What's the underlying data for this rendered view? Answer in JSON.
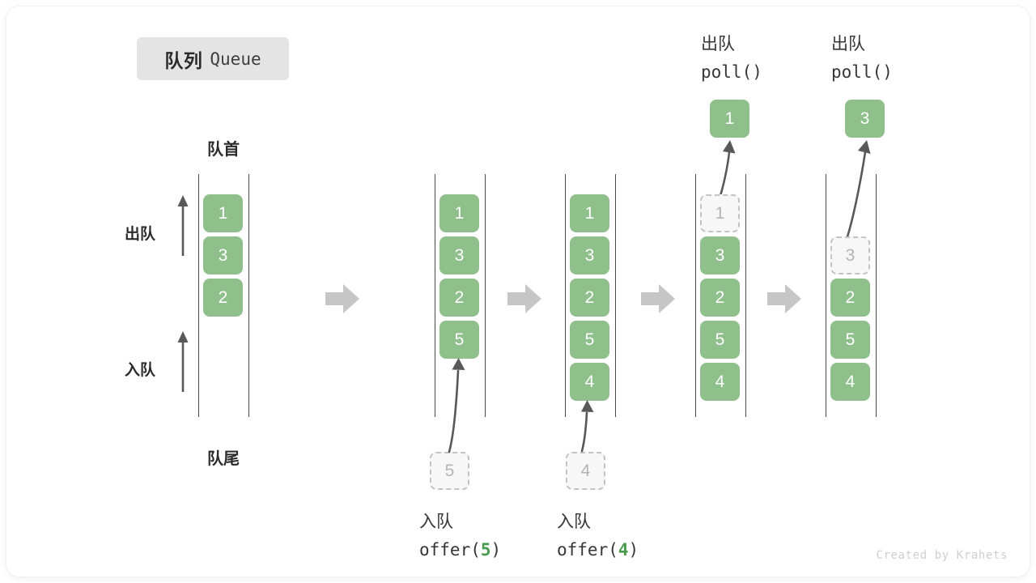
{
  "title": {
    "cn": "队列",
    "en": "Queue"
  },
  "labels": {
    "front": "队首",
    "rear": "队尾",
    "dequeue": "出队",
    "enqueue": "入队",
    "watermark": "Created by Krahets"
  },
  "colors": {
    "cell_fill": "#8fc08c",
    "cell_text": "#ffffff",
    "ghost_fill": "#f7f7f7",
    "ghost_border": "#c3c3c3",
    "ghost_text": "#b4b4b4",
    "rail": "#4a4a4a",
    "block_arrow": "#c6c6c6",
    "curve_arrow": "#595959",
    "chip_bg": "#e4e4e4",
    "accent_green": "#499a4e",
    "text": "#2b2b2b"
  },
  "steps": [
    {
      "id": "initial",
      "op_cn": "",
      "op_code": "",
      "cells": [
        "1",
        "3",
        "2"
      ],
      "ghost_index": -1,
      "incoming": null,
      "outgoing": null
    },
    {
      "id": "offer-5",
      "op_cn": "入队",
      "op_code_prefix": "offer(",
      "op_code_value": "5",
      "op_code_suffix": ")",
      "cells": [
        "1",
        "3",
        "2",
        "5"
      ],
      "ghost_index": -1,
      "incoming": "5",
      "outgoing": null
    },
    {
      "id": "offer-4",
      "op_cn": "入队",
      "op_code_prefix": "offer(",
      "op_code_value": "4",
      "op_code_suffix": ")",
      "cells": [
        "1",
        "3",
        "2",
        "5",
        "4"
      ],
      "ghost_index": -1,
      "incoming": "4",
      "outgoing": null
    },
    {
      "id": "poll-1",
      "op_cn": "出队",
      "op_code_prefix": "poll(",
      "op_code_value": "",
      "op_code_suffix": ")",
      "cells": [
        "1",
        "3",
        "2",
        "5",
        "4"
      ],
      "ghost_index": 0,
      "incoming": null,
      "outgoing": "1"
    },
    {
      "id": "poll-3",
      "op_cn": "出队",
      "op_code_prefix": "poll(",
      "op_code_value": "",
      "op_code_suffix": ")",
      "cells": [
        "3",
        "2",
        "5",
        "4"
      ],
      "ghost_index": 0,
      "incoming": null,
      "outgoing": "3"
    }
  ],
  "cells": {
    "c1": [
      "1",
      "3",
      "2"
    ],
    "c2": [
      "1",
      "3",
      "2",
      "5"
    ],
    "c3": [
      "1",
      "3",
      "2",
      "5",
      "4"
    ],
    "c4": [
      "1",
      "3",
      "2",
      "5",
      "4"
    ],
    "c5": [
      "3",
      "2",
      "5",
      "4"
    ]
  },
  "incoming": {
    "s2": "5",
    "s3": "4"
  },
  "outgoing": {
    "s4": "1",
    "s5": "3"
  },
  "ops": {
    "poll_cn": "出队",
    "poll_code": "poll()",
    "offer_cn": "入队",
    "offer5_pre": "offer(",
    "offer5_val": "5",
    "offer5_post": ")",
    "offer4_pre": "offer(",
    "offer4_val": "4",
    "offer4_post": ")"
  }
}
